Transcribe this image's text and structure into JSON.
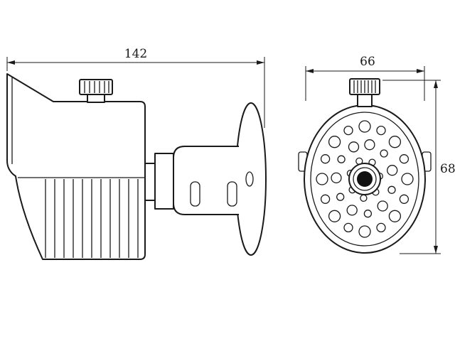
{
  "dimensions": {
    "side_length": "142",
    "front_width": "66",
    "front_height": "68"
  },
  "colors": {
    "line": "#1a1a1a",
    "background": "#ffffff",
    "lens_fill": "#111111"
  }
}
